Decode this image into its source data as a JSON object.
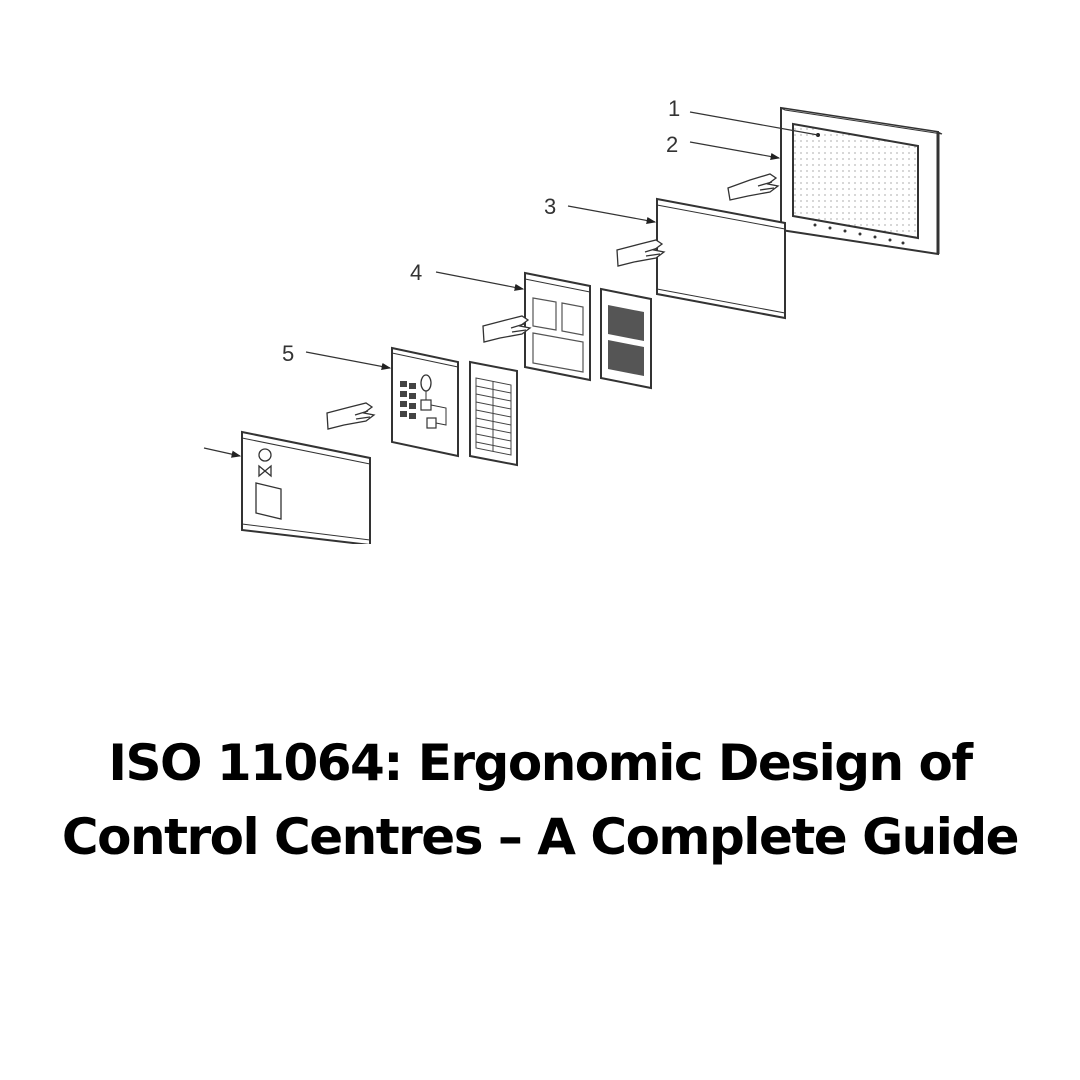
{
  "diagram": {
    "description": "Exploded view of control centre display hierarchy layers",
    "callouts": [
      {
        "id": 1,
        "label": "1"
      },
      {
        "id": 2,
        "label": "2"
      },
      {
        "id": 3,
        "label": "3"
      },
      {
        "id": 4,
        "label": "4"
      },
      {
        "id": 5,
        "label": "5"
      }
    ],
    "colors": {
      "stroke": "#333333",
      "fill": "#ffffff",
      "dark_fill": "#555555"
    }
  },
  "title": {
    "line1": "ISO 11064: Ergonomic Design of",
    "line2": "Control Centres – A Complete Guide"
  }
}
